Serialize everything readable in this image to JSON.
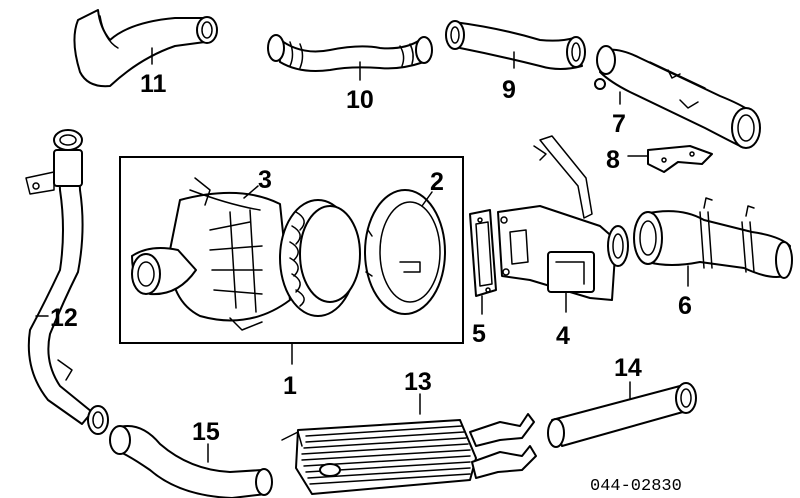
{
  "diagram": {
    "reference_code": "044-02830",
    "callouts": [
      {
        "id": "1",
        "label": "1"
      },
      {
        "id": "2",
        "label": "2"
      },
      {
        "id": "3",
        "label": "3"
      },
      {
        "id": "4",
        "label": "4"
      },
      {
        "id": "5",
        "label": "5"
      },
      {
        "id": "6",
        "label": "6"
      },
      {
        "id": "7",
        "label": "7"
      },
      {
        "id": "8",
        "label": "8"
      },
      {
        "id": "9",
        "label": "9"
      },
      {
        "id": "10",
        "label": "10"
      },
      {
        "id": "11",
        "label": "11"
      },
      {
        "id": "12",
        "label": "12"
      },
      {
        "id": "13",
        "label": "13"
      },
      {
        "id": "14",
        "label": "14"
      },
      {
        "id": "15",
        "label": "15"
      }
    ]
  }
}
